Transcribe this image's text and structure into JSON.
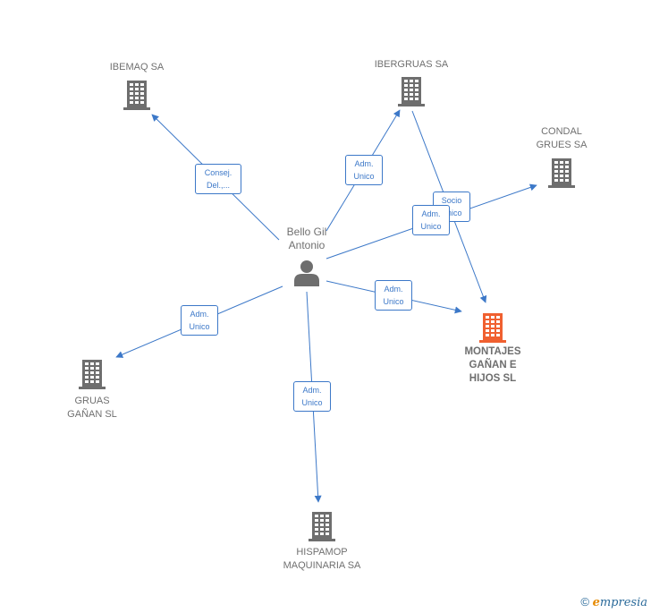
{
  "diagram": {
    "center": {
      "id": "bello",
      "label_lines": [
        "Bello Gil",
        "Antonio"
      ]
    },
    "nodes": [
      {
        "id": "ibemaq",
        "label_lines": [
          "IBEMAQ SA"
        ],
        "color": "#6e6e6e",
        "focus": false
      },
      {
        "id": "ibergruas",
        "label_lines": [
          "IBERGRUAS SA"
        ],
        "color": "#6e6e6e",
        "focus": false
      },
      {
        "id": "condal",
        "label_lines": [
          "CONDAL",
          "GRUES SA"
        ],
        "color": "#6e6e6e",
        "focus": false
      },
      {
        "id": "montajes",
        "label_lines": [
          "MONTAJES",
          "GAÑAN E",
          "HIJOS SL"
        ],
        "color": "#f06030",
        "focus": true
      },
      {
        "id": "gruas",
        "label_lines": [
          "GRUAS",
          "GAÑAN SL"
        ],
        "color": "#6e6e6e",
        "focus": false
      },
      {
        "id": "hispamop",
        "label_lines": [
          "HISPAMOP",
          "MAQUINARIA SA"
        ],
        "color": "#6e6e6e",
        "focus": false
      }
    ],
    "edges": [
      {
        "id": "e1",
        "from": "bello",
        "to": "ibemaq",
        "label_lines": [
          "Consej.",
          "Del.,..."
        ]
      },
      {
        "id": "e2",
        "from": "bello",
        "to": "ibergruas",
        "label_lines": [
          "Adm.",
          "Unico"
        ]
      },
      {
        "id": "e3",
        "from": "ibergruas",
        "to": "montajes",
        "label_lines": [
          "Socio",
          "Único"
        ]
      },
      {
        "id": "e4",
        "from": "bello",
        "to": "condal",
        "label_lines": [
          "Adm.",
          "Unico"
        ]
      },
      {
        "id": "e5",
        "from": "bello",
        "to": "montajes",
        "label_lines": [
          "Adm.",
          "Unico"
        ]
      },
      {
        "id": "e6",
        "from": "bello",
        "to": "gruas",
        "label_lines": [
          "Adm.",
          "Unico"
        ]
      },
      {
        "id": "e7",
        "from": "bello",
        "to": "hispamop",
        "label_lines": [
          "Adm.",
          "Unico"
        ]
      }
    ],
    "edge_color": "#3c78c8",
    "person_color": "#6e6e6e"
  },
  "watermark": {
    "copyright": "©",
    "brand_initial": "e",
    "brand_rest": "mpresia"
  }
}
